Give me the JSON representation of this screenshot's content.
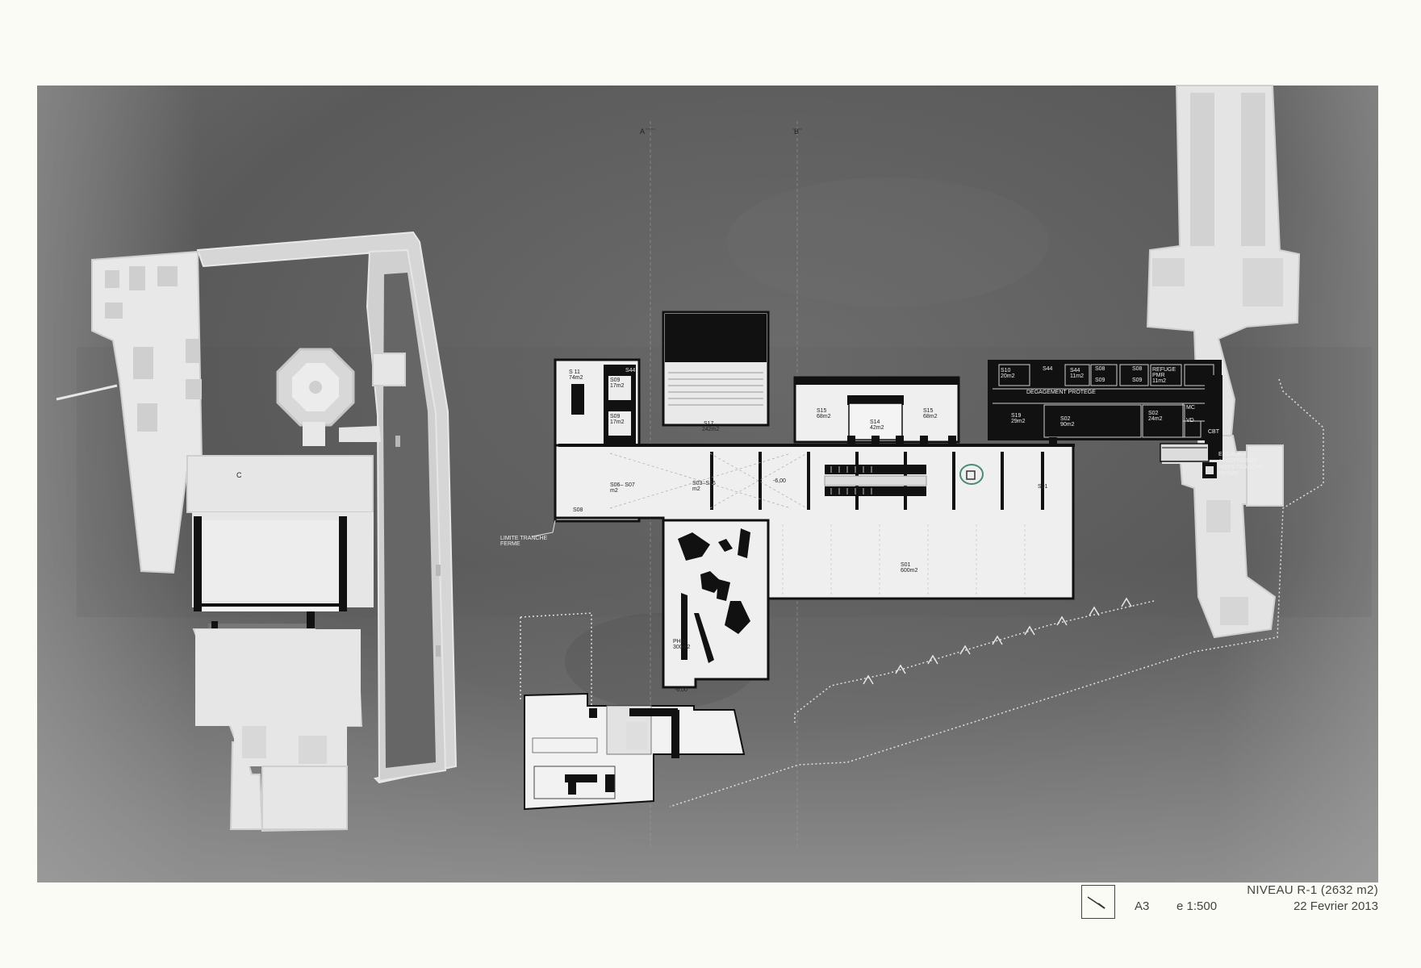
{
  "title_block": {
    "level_title": "NIVEAU R-1  (2632 m2)",
    "paper_format": "A3",
    "scale": "e 1:500",
    "date": "22 Fevrier 2013"
  },
  "section_marks": {
    "a": "A",
    "b": "B",
    "c": "C"
  },
  "notes": {
    "limite_1": "LIMITE TRANCHE",
    "limite_2": "FERME",
    "escalier_1": "ESCALIER",
    "escalier_2": "+ASCENSEUR",
    "escalier_3": "HORS TRANCHE",
    "escalier_4": "FERME",
    "degagement": "DEGAGEMENT PROTEGE"
  },
  "levels": {
    "minus6": "-6,00",
    "minus5": "-6,00"
  },
  "rooms": {
    "s11": {
      "name": "S 11",
      "area": "74m2"
    },
    "s09a": {
      "name": "S09",
      "area": "17m2"
    },
    "s09b": {
      "name": "S09",
      "area": "17m2"
    },
    "s44a": "S44",
    "s17": {
      "name": "S17",
      "area": "242m2"
    },
    "s15a": {
      "name": "S15",
      "area": "68m2"
    },
    "s14": {
      "name": "S14",
      "area": "42m2"
    },
    "s15b": {
      "name": "S15",
      "area": "68m2"
    },
    "s10": {
      "name": "S10",
      "area": "20m2"
    },
    "s44b": "S44",
    "s44c": {
      "name": "S44",
      "area": "11m2"
    },
    "s08a": "S08",
    "s08b": "S08",
    "s09c": "S09",
    "s09d": "S09",
    "refuge": {
      "name": "REFUGE",
      "pmr": "PMR",
      "area": "11m2"
    },
    "s19": {
      "name": "S19",
      "area": "29m2"
    },
    "s02a": {
      "name": "S02",
      "area": "90m2"
    },
    "s02b": {
      "name": "S02",
      "area": "24m2"
    },
    "mc": "MC",
    "vd": "VD",
    "cbt": "CBT",
    "s06s07": {
      "name": "S06– S07",
      "area": "m2"
    },
    "s03s16": {
      "name": "S03–S16",
      "area": "m2"
    },
    "s01a": "S01",
    "s08c": "S08",
    "s01b": {
      "name": "S01",
      "area": "600m2"
    },
    "ph1": {
      "name": "PH 1",
      "area": "300m2"
    }
  }
}
